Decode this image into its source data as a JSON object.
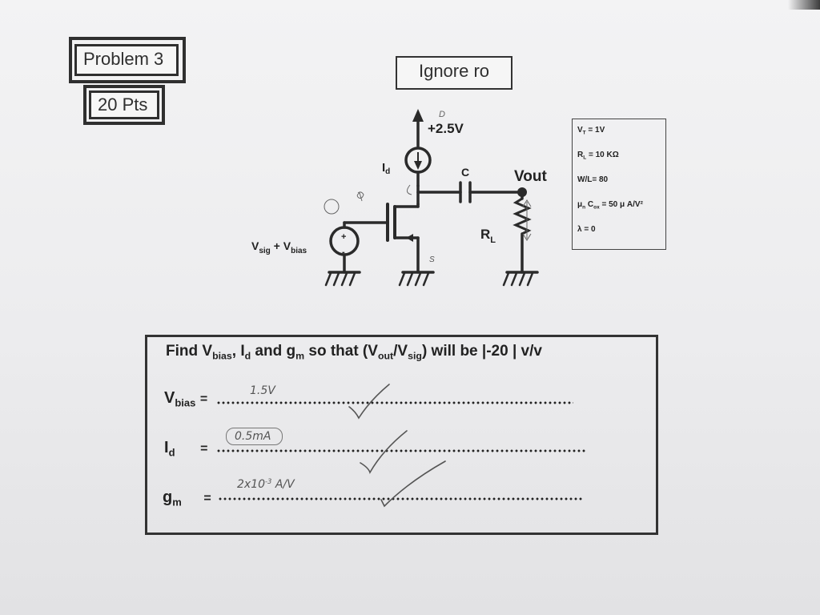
{
  "header": {
    "problem": "Problem 3",
    "points": "20 Pts",
    "note": "Ignore ro"
  },
  "circuit": {
    "supply": "+2.5V",
    "supply_mark": "D",
    "id_label": "I",
    "id_sub": "d",
    "cap_label": "C",
    "vout_label": "Vout",
    "rl_label": "R",
    "rl_sub": "L",
    "source_mark": "S",
    "gate_mark": "G?",
    "vsig": "V",
    "vsig_sub": "sig",
    "plus": " + V",
    "vbias_sub": "bias"
  },
  "params": [
    {
      "main": "V",
      "sub": "T",
      "rest": " = 1V"
    },
    {
      "main": "R",
      "sub": "L",
      "rest": " = 10 KΩ"
    },
    {
      "main": "W/L= 80",
      "sub": "",
      "rest": ""
    },
    {
      "main": "μ",
      "sub": "n",
      "rest": " C",
      "sub2": "ox",
      "rest2": " = 50 μ A/V²"
    },
    {
      "main": "λ = 0",
      "sub": "",
      "rest": ""
    }
  ],
  "question": {
    "p1": "Find V",
    "s1": "bias",
    "p2": ", I",
    "s2": "d",
    "p3": " and g",
    "s3": "m",
    "p4": " so that (V",
    "s4": "out",
    "p5": "/V",
    "s5": "sig",
    "p6": ") will be |-20 | v/v"
  },
  "answers": {
    "vbias_label": "V",
    "vbias_sub": "bias",
    "vbias_eq": "=",
    "vbias_value": "1.5V",
    "id_label": "I",
    "id_sub": "d",
    "id_eq": "=",
    "id_value": "0.5mA",
    "gm_label": "g",
    "gm_sub": "m",
    "gm_eq": "=",
    "gm_value_a": "2x10",
    "gm_value_exp": "-3",
    "gm_value_b": " A/V"
  }
}
